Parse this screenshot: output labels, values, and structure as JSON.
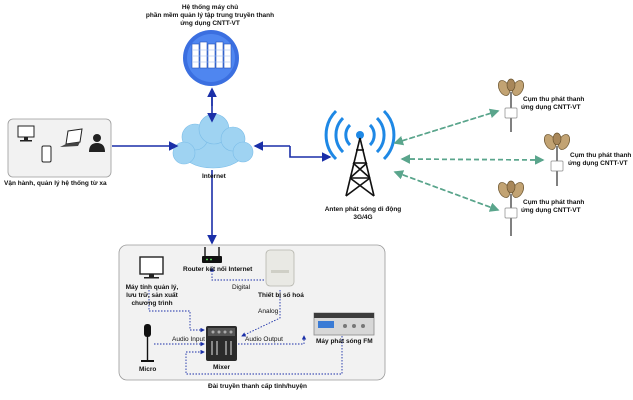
{
  "server_title": "Hệ thống máy chủ",
  "server_sub1": "phần mềm quản lý tập trung truyền thanh",
  "server_sub2": "ứng dụng CNTT-VT",
  "remote_label": "Vận hành, quản lý hệ thống từ xa",
  "internet_label": "Internet",
  "antenna_line1": "Anten phát sóng di động",
  "antenna_line2": "3G/4G",
  "cluster_line1": "Cụm thu phát thanh",
  "cluster_line2": "ứng dụng CNTT-VT",
  "router_label": "Router kết nối Internet",
  "digital_label": "Digital",
  "digitizer_label": "Thiết bị số hoá",
  "analog_label": "Analog",
  "computer_line1": "Máy tính quản lý,",
  "computer_line2": "lưu trữ, sản xuất",
  "computer_line3": "chương trình",
  "audio_input_label": "Audio Input",
  "audio_output_label": "Audio Output",
  "fm_label": "Máy phát sóng FM",
  "micro_label": "Micro",
  "mixer_label": "Mixer",
  "station_label": "Đài truyền thanh cấp tỉnh/huyện",
  "colors": {
    "link_blue": "#1a2fa8",
    "wireless_green": "#5aa58c",
    "panel_bg": "#f2f2f2",
    "cloud_blue": "#9fd3f2"
  }
}
